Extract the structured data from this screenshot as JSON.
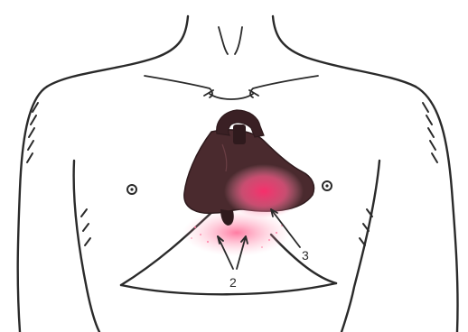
{
  "diagram": {
    "callouts": [
      {
        "id": "2",
        "label": "2"
      },
      {
        "id": "3",
        "label": "3"
      }
    ]
  },
  "colors": {
    "outline": "#2a2a2a",
    "heart_fill": "#4a2a2e",
    "heart_dark": "#2f1a1d",
    "highlight": "#ff3d7a",
    "background": "#ffffff"
  }
}
